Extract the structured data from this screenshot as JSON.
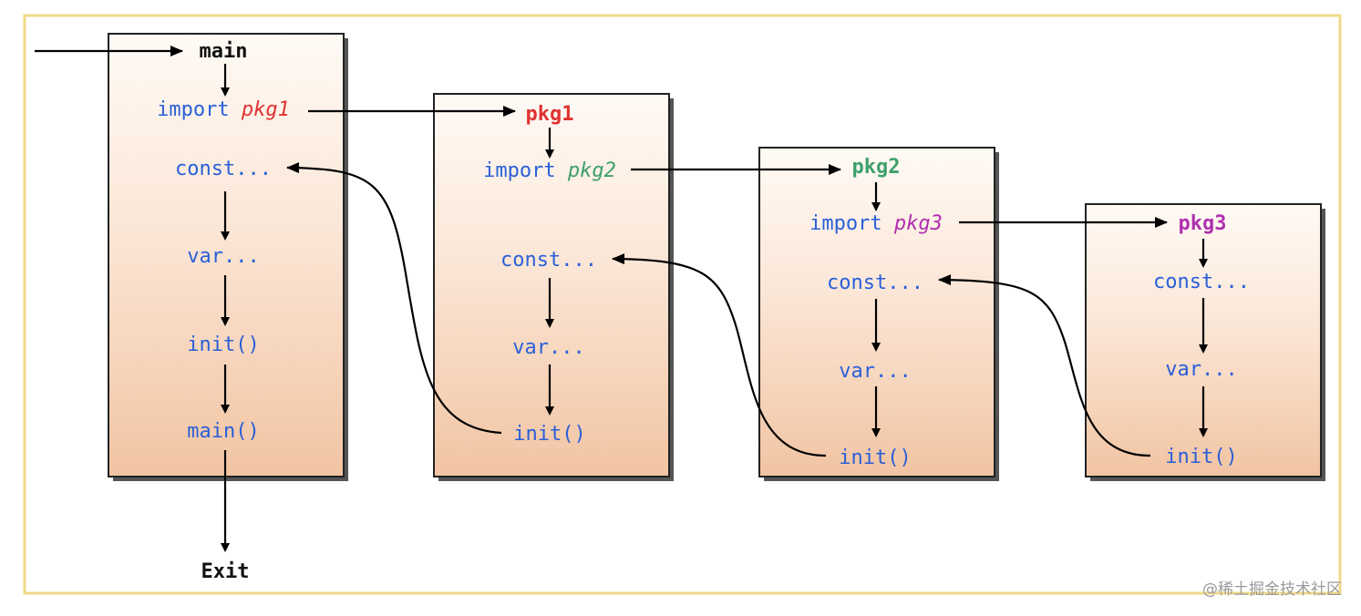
{
  "colors": {
    "frame": "#f0d98a",
    "keyword": "#2a5fd8",
    "pkg1": "#e03232",
    "pkg2": "#3ea06a",
    "pkg3": "#b030b0",
    "box_top": "#fffaf5",
    "box_bottom": "#f1c4a2",
    "arrow": "#000000"
  },
  "main": {
    "title": "main",
    "import_kw": "import",
    "import_pkg": "pkg1",
    "const": "const...",
    "var": "var...",
    "init": "init()",
    "main_call": "main()",
    "exit": "Exit"
  },
  "pkg1": {
    "title": "pkg1",
    "import_kw": "import",
    "import_pkg": "pkg2",
    "const": "const...",
    "var": "var...",
    "init": "init()"
  },
  "pkg2": {
    "title": "pkg2",
    "import_kw": "import",
    "import_pkg": "pkg3",
    "const": "const...",
    "var": "var...",
    "init": "init()"
  },
  "pkg3": {
    "title": "pkg3",
    "const": "const...",
    "var": "var...",
    "init": "init()"
  },
  "watermark": "@稀土掘金技术社区"
}
